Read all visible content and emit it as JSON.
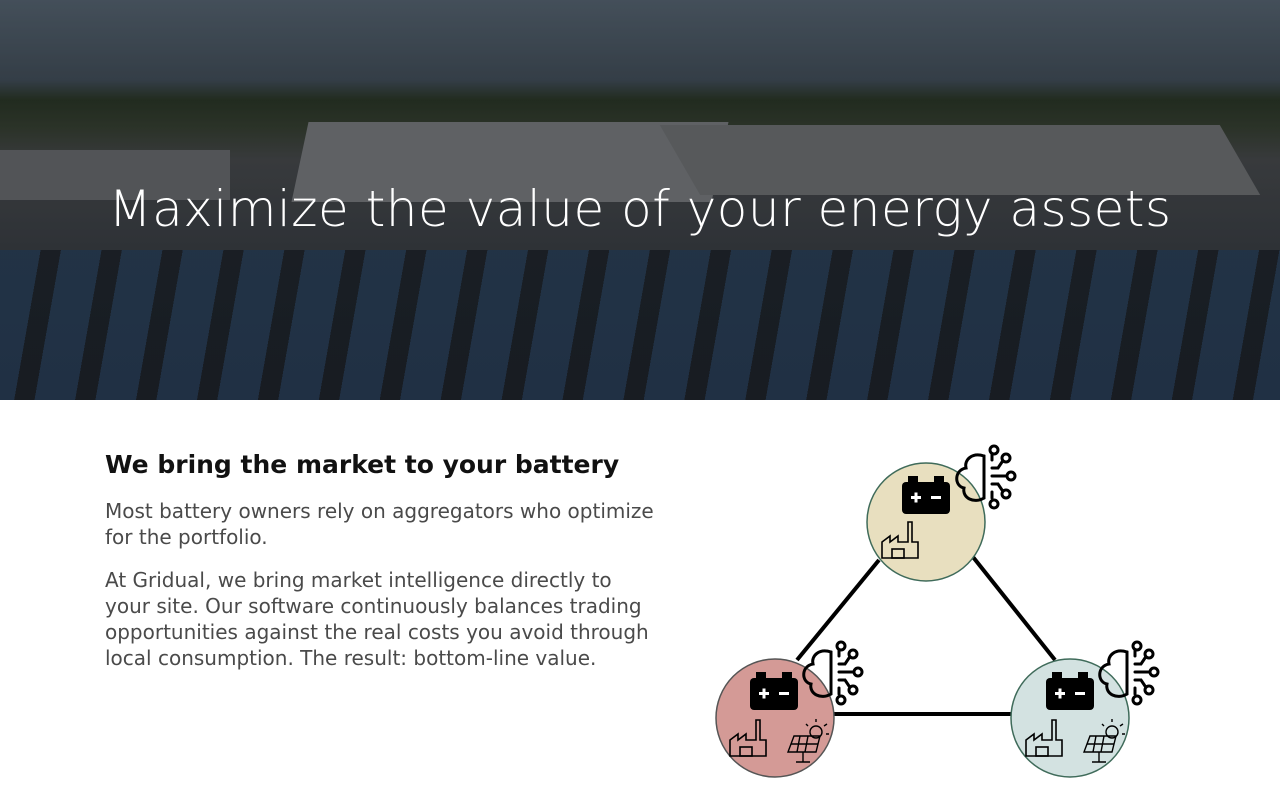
{
  "hero": {
    "title": "Maximize the value of your energy assets"
  },
  "section": {
    "heading": "We bring the market to your battery",
    "paragraphs": [
      "Most battery owners rely on aggregators who optimize for the portfolio.",
      "At Gridual, we bring market intelligence directly to your site. Our software continuously balances trading opportunities against the real costs you avoid through local consumption. The result: bottom-line value."
    ]
  },
  "diagram": {
    "colors": {
      "top": "#e8dfbf",
      "left": "#d49a96",
      "right": "#d3e2e1",
      "stroke": "#3f6b5a"
    }
  }
}
